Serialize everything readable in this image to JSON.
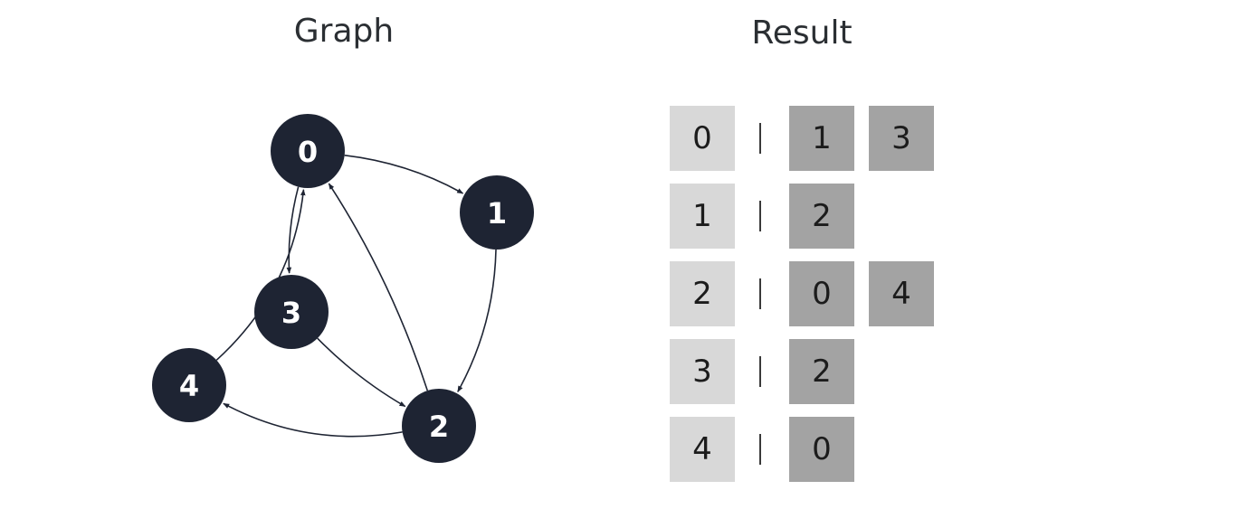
{
  "titles": {
    "graph": "Graph",
    "result": "Result"
  },
  "graph": {
    "nodes": [
      {
        "id": "0",
        "label": "0"
      },
      {
        "id": "1",
        "label": "1"
      },
      {
        "id": "2",
        "label": "2"
      },
      {
        "id": "3",
        "label": "3"
      },
      {
        "id": "4",
        "label": "4"
      }
    ],
    "edges": [
      {
        "from": "0",
        "to": "1"
      },
      {
        "from": "0",
        "to": "3"
      },
      {
        "from": "1",
        "to": "2"
      },
      {
        "from": "2",
        "to": "0"
      },
      {
        "from": "2",
        "to": "4"
      },
      {
        "from": "3",
        "to": "2"
      },
      {
        "from": "4",
        "to": "0"
      }
    ]
  },
  "result": {
    "separator": "|",
    "rows": [
      {
        "key": "0",
        "neighbors": [
          "1",
          "3"
        ]
      },
      {
        "key": "1",
        "neighbors": [
          "2"
        ]
      },
      {
        "key": "2",
        "neighbors": [
          "0",
          "4"
        ]
      },
      {
        "key": "3",
        "neighbors": [
          "2"
        ]
      },
      {
        "key": "4",
        "neighbors": [
          "0"
        ]
      }
    ]
  },
  "colors": {
    "node_fill": "#1e2433",
    "node_text": "#ffffff",
    "key_cell": "#d8d8d8",
    "neighbor_cell": "#a3a3a3"
  }
}
